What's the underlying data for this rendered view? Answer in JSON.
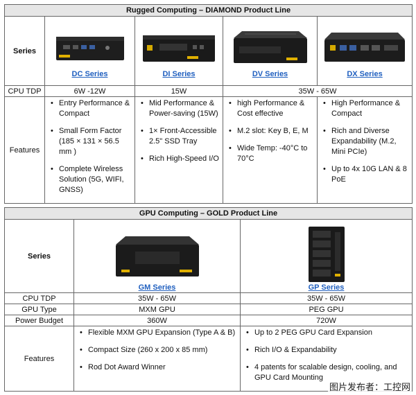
{
  "rugged": {
    "title": "Rugged Computing – DIAMOND Product Line",
    "series_label": "Series",
    "cpu_tdp_label": "CPU TDP",
    "features_label": "Features",
    "products": [
      {
        "name": "DC Series",
        "cpu_tdp": "6W -12W",
        "features": [
          "Entry Performance & Compact",
          "Small Form Factor (185 × 131 × 56.5 mm )",
          "Complete Wireless Solution (5G, WIFI, GNSS)"
        ]
      },
      {
        "name": "DI Series",
        "cpu_tdp": "15W",
        "features": [
          "Mid Performance & Power-saving (15W)",
          "1× Front-Accessible 2.5\" SSD Tray",
          "Rich High-Speed I/O"
        ]
      },
      {
        "name": "DV Series",
        "features": [
          "high Performance & Cost effective",
          "M.2 slot: Key B, E, M",
          "Wide Temp: -40°C to 70°C"
        ]
      },
      {
        "name": "DX Series",
        "features": [
          "High Performance & Compact",
          "Rich and Diverse Expandability (M.2, Mini PCIe)",
          "Up to 4x 10G LAN & 8 PoE"
        ]
      }
    ],
    "dv_dx_cpu_tdp": "35W - 65W"
  },
  "gpu": {
    "title": "GPU Computing – GOLD Product Line",
    "series_label": "Series",
    "cpu_tdp_label": "CPU TDP",
    "gpu_type_label": "GPU Type",
    "power_budget_label": "Power Budget",
    "features_label": "Features",
    "products": [
      {
        "name": "GM Series",
        "cpu_tdp": "35W - 65W",
        "gpu_type": "MXM GPU",
        "power_budget": "360W",
        "features": [
          "Flexible MXM GPU Expansion (Type A & B)",
          "Compact Size (260 x 200 x 85 mm)",
          "Rod Dot Award Winner"
        ]
      },
      {
        "name": "GP Series",
        "cpu_tdp": "35W - 65W",
        "gpu_type": "PEG GPU",
        "power_budget": "720W",
        "features": [
          "Up to 2 PEG GPU Card Expansion",
          "Rich I/O & Expandability",
          "4 patents for scalable design, cooling, and GPU Card Mounting"
        ]
      }
    ]
  },
  "watermark": "图片发布者：工控网"
}
